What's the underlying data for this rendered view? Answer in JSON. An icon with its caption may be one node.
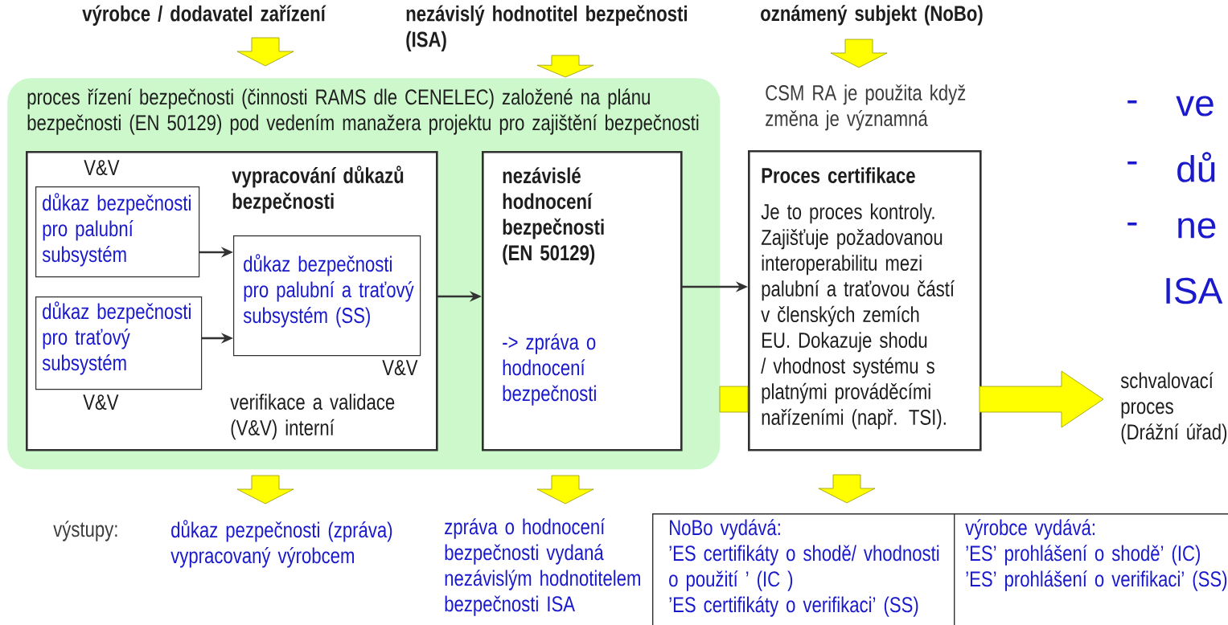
{
  "diagram": {
    "nodes": [
      {
        "text": [
          "proces řízení bezpečnosti (činnosti RAMS dle CENELEC) založené na plánu bezpečnosti (EN 50129) pod vedením manažera projektu pro zajištění bezpečnosti"
        ]
      },
      {
        "text": [
          "vypracování důkazů bezpečnosti",
          "verifikace a validace (V&V) interní"
        ],
        "in": 0
      },
      {
        "text": [
          "důkaz bezpečnosti pro palubní subsystém"
        ],
        "in": 1,
        "beside": [
          "V&V"
        ]
      },
      {
        "text": [
          "důkaz bezpečnosti pro traťový subsystém"
        ],
        "in": 1,
        "beside": [
          "V&V"
        ]
      },
      {
        "text": [
          "důkaz bezpečnosti pro palubní a traťový subsystém (SS)"
        ],
        "in": 1,
        "beside": [
          "V&V"
        ]
      },
      {
        "text": [
          "nezávislé hodnocení bezpečnosti (EN 50129)",
          "-> zpráva o hodnocení bezpečnosti"
        ],
        "in": 0
      },
      {
        "text": [
          "Proces certifikace",
          "Je to proces kontroly. Zajišťuje požadovanou interoperabilitu mezi palubní a traťovou částí v členských zemích EU. Dokazuje shodu / vhodnost systému s platnými prováděcími nařízeními (např. TSI)."
        ],
        "beside": [
          "CSM RA je použita když změna je významná"
        ]
      },
      {
        "text": [
          "schvalovací proces (Drážní úřad)"
        ]
      },
      {
        "text": [
          "výrobce / dodavatel zařízení"
        ]
      },
      {
        "text": [
          "nezávislý hodnotitel bezpečnosti (ISA)"
        ]
      },
      {
        "text": [
          "oznámený subjekt (NoBo)"
        ]
      },
      {
        "text": [
          "důkaz pezpečnosti (zpráva) vypracovaný výrobcem"
        ]
      },
      {
        "text": [
          "zpráva o hodnocení bezpečnosti vydaná nezávislým hodnotitelem bezpečnosti ISA"
        ]
      },
      {
        "text": [
          "NoBo vydává:",
          "’ES certifikáty o shodě/ vhodnosti o použití ’ (IC )",
          "’ES certifikáty o verifikaci’ (SS)"
        ]
      },
      {
        "text": [
          "výrobce vydává:",
          "’ES’ prohlášení o shodě’ (IC)",
          "’ES’ prohlášení o verifikaci’ (SS)"
        ]
      }
    ],
    "edges": [
      {
        "from": 8,
        "to": 0,
        "arrow": "to",
        "style": "thick"
      },
      {
        "from": 9,
        "to": 0,
        "arrow": "to",
        "style": "thick"
      },
      {
        "from": 10,
        "to": 6,
        "arrow": "to",
        "style": "thick"
      },
      {
        "from": 2,
        "to": 4,
        "arrow": "to",
        "color": "#333333"
      },
      {
        "from": 3,
        "to": 4,
        "arrow": "to",
        "color": "#333333"
      },
      {
        "from": 1,
        "to": 5,
        "arrow": "to",
        "color": "#333333"
      },
      {
        "from": 5,
        "to": 6,
        "arrow": "to",
        "color": "#333333"
      },
      {
        "from": 0,
        "to": 6,
        "arrow": "none",
        "style": "thick"
      },
      {
        "from": 6,
        "to": 7,
        "arrow": "to",
        "style": "thick"
      },
      {
        "from": 1,
        "to": 11,
        "arrow": "to",
        "style": "thick"
      },
      {
        "from": 5,
        "to": 12,
        "arrow": "to",
        "style": "thick"
      },
      {
        "from": 6,
        "to": 13,
        "arrow": "to",
        "style": "thick"
      }
    ],
    "labels": [
      "-",
      "ve",
      "-",
      "dů",
      "-",
      "ne",
      "ISA",
      "výstupy:"
    ]
  }
}
